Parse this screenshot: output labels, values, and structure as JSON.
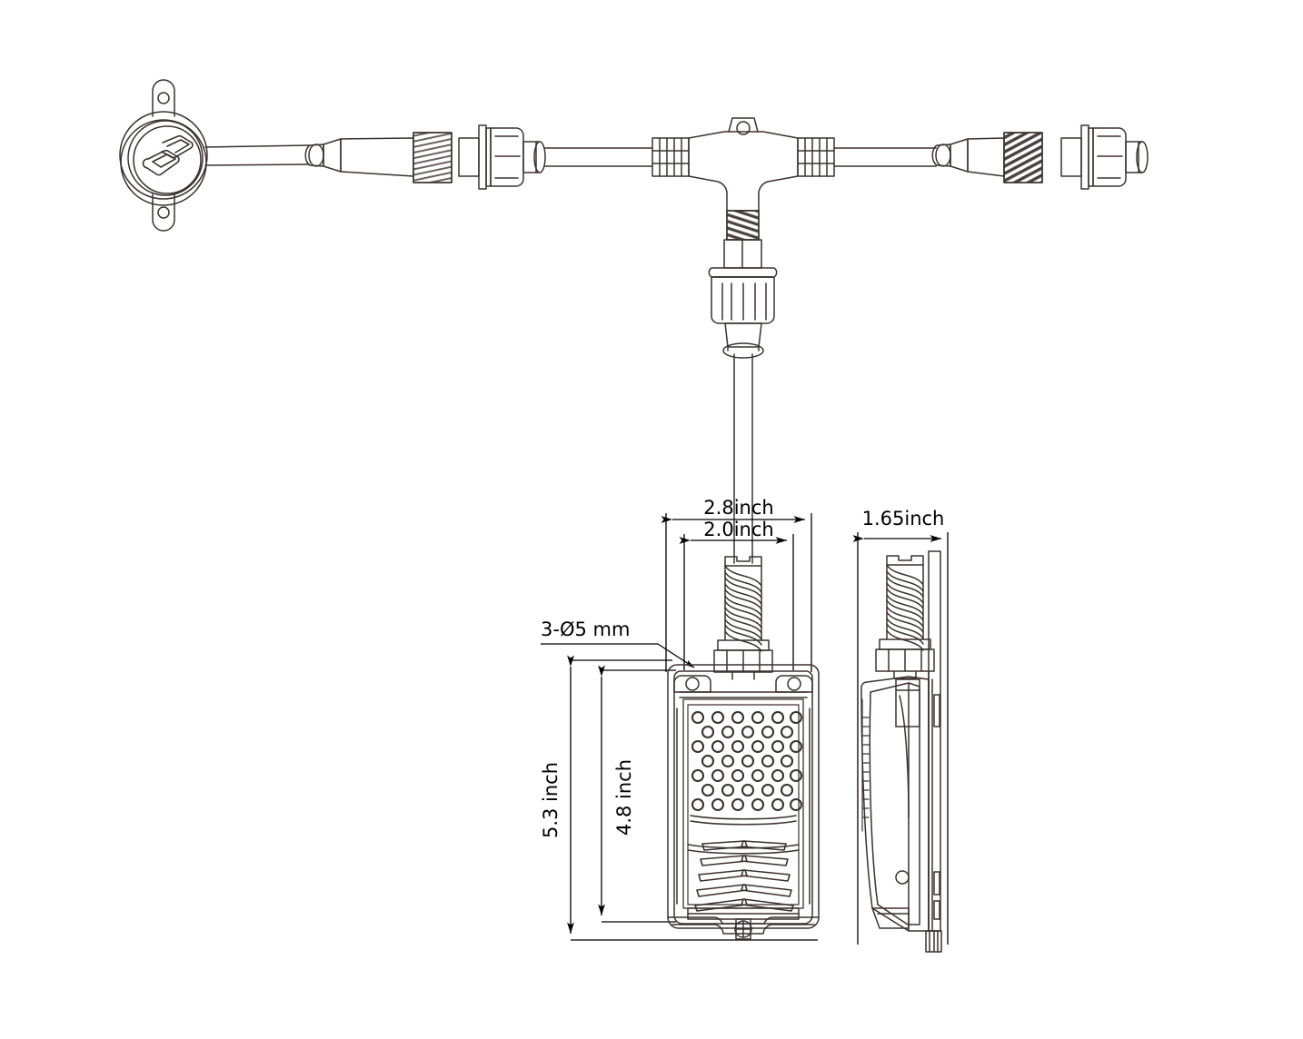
{
  "drawing": {
    "title": "Foot pedal switch with T-junction cable assembly — dimensioned outline drawing",
    "background_color": "#ffffff",
    "line_color": "#3a3230",
    "dimension_color": "#000000",
    "views": [
      {
        "name": "cable-assembly-top",
        "label": ""
      },
      {
        "name": "pedal-front-view",
        "label": ""
      },
      {
        "name": "pedal-side-view",
        "label": ""
      }
    ]
  },
  "dimensions": {
    "width_overall": "2.8inch",
    "width_inner": "2.0inch",
    "depth_side": "1.65inch",
    "height_overall": "5.3 inch",
    "height_inner": "4.8 inch",
    "hole_callout": "3-Ø5 mm"
  },
  "components": {
    "panel_connector": "panel-mount-connector",
    "logo": "brand-logo",
    "cable_plug_left": "threaded-male-connector",
    "cable_cap_left": "protective-cap",
    "tee_junction": "tee-splitter",
    "cable_plug_right": "threaded-male-connector",
    "cable_cap_right": "protective-cap",
    "strain_relief": "spring-strain-relief",
    "cable_gland": "cable-gland-nut",
    "pedal_body": "foot-pedal-housing",
    "tread_dots": "anti-slip-dot-pattern",
    "tread_chevrons": "anti-slip-chevron-pattern",
    "mount_holes": "mounting-holes",
    "bottom_screw": "bottom-fastener"
  }
}
